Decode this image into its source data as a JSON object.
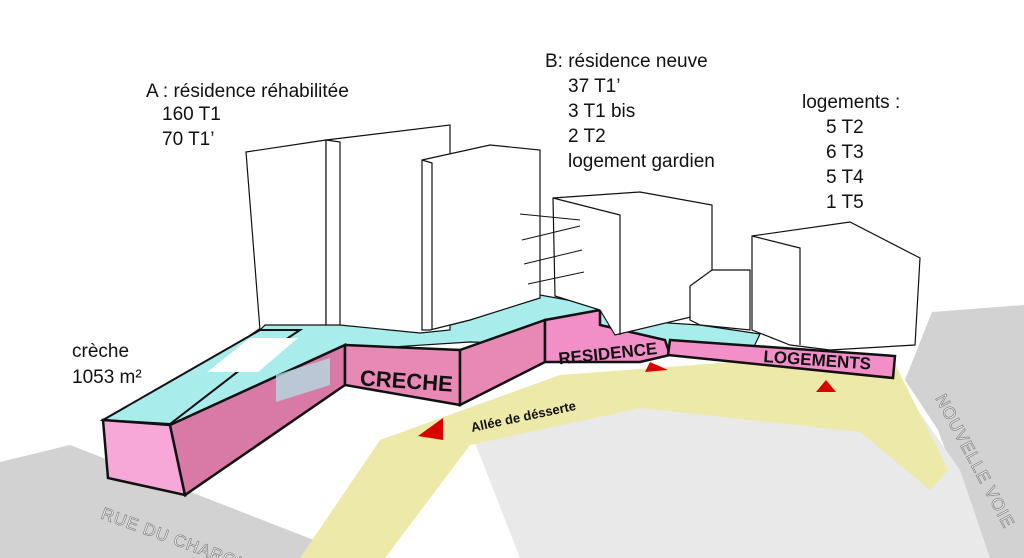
{
  "annotations": {
    "a_title": "A : résidence réhabilitée",
    "a_line1": "160 T1",
    "a_line2": "70 T1’",
    "b_title": "B: résidence neuve",
    "b_line1": "37 T1’",
    "b_line2": "3 T1 bis",
    "b_line3": "2 T2",
    "b_line4": "logement gardien",
    "c_title": "logements :",
    "c_line1": "5 T2",
    "c_line2": "6 T3",
    "c_line3": "5 T4",
    "c_line4": "1 T5",
    "creche_line1": "crèche",
    "creche_line2": "1053 m²"
  },
  "facade_labels": {
    "creche": "CRECHE",
    "residence": "RESIDENCE",
    "logements": "LOGEMENTS"
  },
  "streets": {
    "allee": "Allée de désserte",
    "rue": "RUE DU CHAROLAIS",
    "voie": "NOUVELLE VOIE"
  },
  "colors": {
    "road": "#d2d2d2",
    "path": "#ede9a8",
    "roof": "#a8ecec",
    "pink_front": "#e889b5",
    "pink_bright": "#f7a8d8",
    "arrow": "#d90000"
  }
}
